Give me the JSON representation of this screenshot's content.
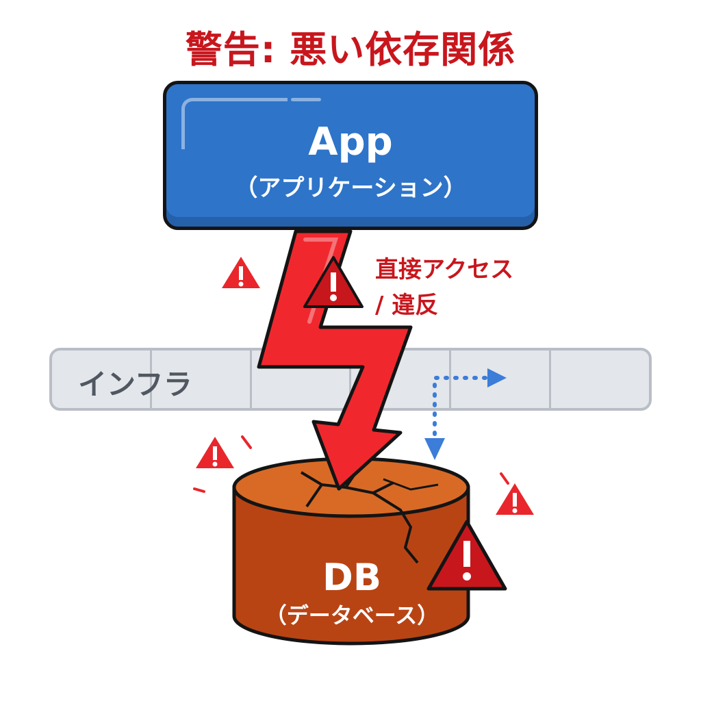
{
  "title": "警告: 悪い依存関係",
  "app": {
    "label": "App",
    "sublabel": "（アプリケーション）",
    "color": "#2e74c9"
  },
  "infrastructure": {
    "label": "インフラ",
    "cell_count": 6
  },
  "direct_access": {
    "line1": "直接アクセス",
    "line2": "/ 違反",
    "color": "#c8161d"
  },
  "db": {
    "label": "DB",
    "sublabel": "（データベース）",
    "color": "#c2501b"
  },
  "icons": {
    "warning": "warning-triangle-icon",
    "arrow": "lightning-arrow-icon",
    "dotted_path": "dotted-arrow-icon"
  }
}
